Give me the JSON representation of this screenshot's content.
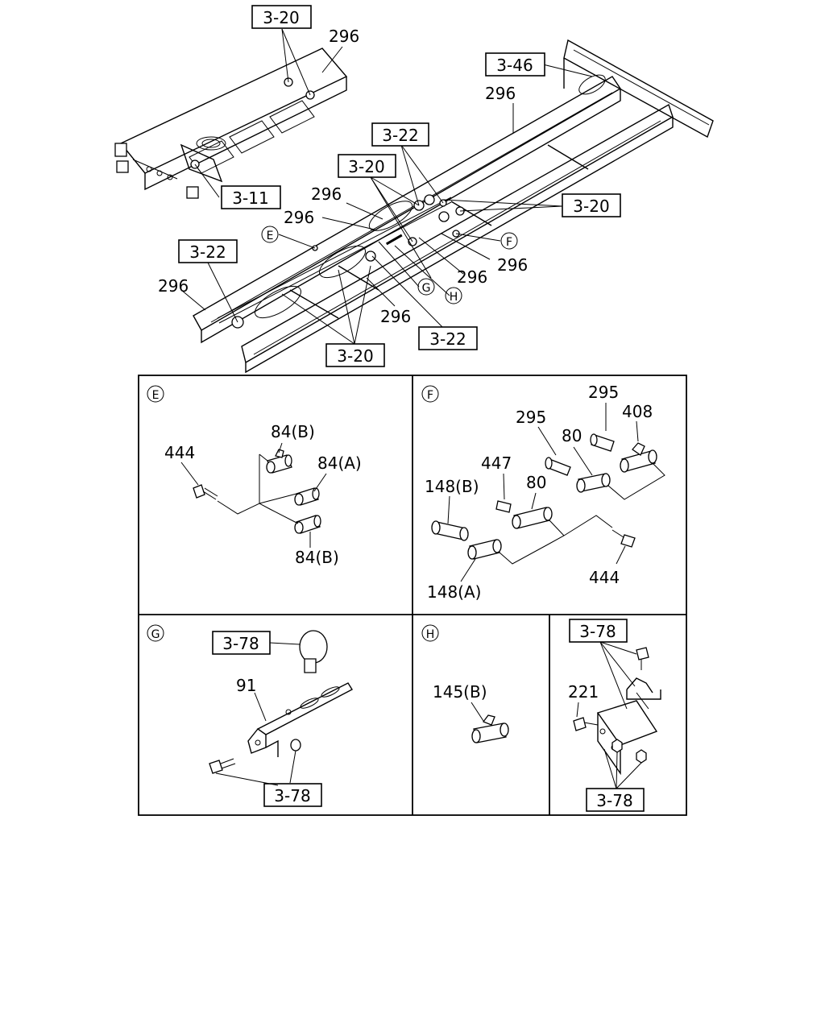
{
  "overview": {
    "refs": {
      "r1": "3-20",
      "r2": "3-46",
      "r3": "3-22",
      "r4": "3-20",
      "r5": "3-20",
      "r6": "3-11",
      "r7": "3-22",
      "r8": "3-22",
      "r9": "3-20"
    },
    "labels": {
      "l1": "296",
      "l2": "296",
      "l3": "296",
      "l4": "296",
      "l5": "296",
      "l6": "296",
      "l7": "296",
      "l8": "296"
    },
    "callouts": {
      "e": "E",
      "f": "F",
      "g": "G",
      "h": "H"
    }
  },
  "panels": {
    "e": {
      "letter": "E",
      "labels": {
        "a": "444",
        "b": "84(B)",
        "c": "84(A)",
        "d": "84(B)"
      }
    },
    "f": {
      "letter": "F",
      "labels": {
        "a": "295",
        "b": "408",
        "c": "295",
        "d": "80",
        "e": "447",
        "f": "80",
        "g": "148(B)",
        "h": "444",
        "i": "148(A)"
      }
    },
    "g": {
      "letter": "G",
      "refs": {
        "a": "3-78",
        "b": "3-78"
      },
      "labels": {
        "a": "91"
      }
    },
    "h": {
      "letter": "H",
      "labels": {
        "a": "145(B)"
      }
    },
    "i": {
      "refs": {
        "a": "3-78",
        "b": "3-78"
      },
      "labels": {
        "a": "221"
      }
    }
  }
}
